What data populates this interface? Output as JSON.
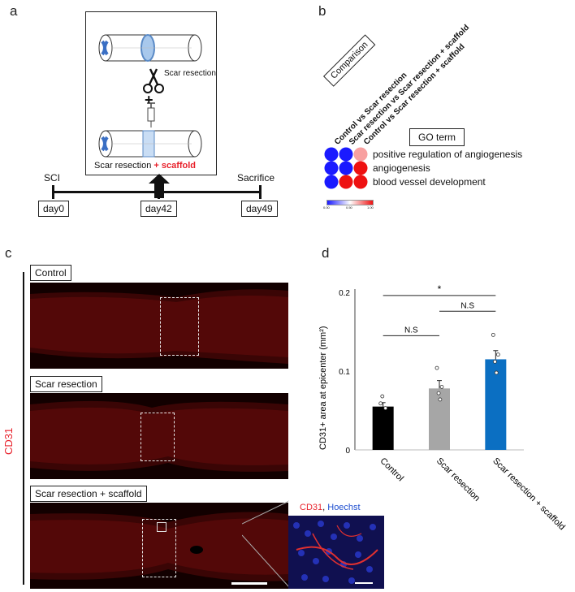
{
  "panels": {
    "a": "a",
    "b": "b",
    "c": "c",
    "d": "d"
  },
  "panel_a": {
    "scar_resection": "Scar resection",
    "plus": "+",
    "bottom_label_part1": "Scar resection ",
    "bottom_label_part2": "+ scaffold",
    "sci": "SCI",
    "sacrifice": "Sacrifice",
    "days": [
      "day0",
      "day42",
      "day49"
    ],
    "accent_color": "#e8202a"
  },
  "panel_b": {
    "comparison": "Comparison",
    "columns": [
      "Control vs Scar resection",
      "Scar resection vs Scar resection + scaffold",
      "Control vs Scar resection + scaffold"
    ],
    "go_term": "GO term",
    "terms": [
      "positive regulation of angiogenesis",
      "angiogenesis",
      "blood vessel development"
    ],
    "matrix": [
      [
        0.0,
        0.0,
        0.7
      ],
      [
        0.0,
        0.0,
        1.0
      ],
      [
        0.0,
        1.0,
        1.0
      ]
    ],
    "colorbar": {
      "min": "0.00",
      "mid": "0.50",
      "max": "1.00",
      "low_color": "#1a1aff",
      "high_color": "#ee1111"
    }
  },
  "panel_c": {
    "stain": "CD31",
    "groups": [
      "Control",
      "Scar resection",
      "Scar resection + scaffold"
    ],
    "inset_label_1": "CD31",
    "inset_label_sep": ", ",
    "inset_label_2": "Hoechst"
  },
  "chart_data": {
    "type": "bar",
    "categories": [
      "Control",
      "Scar resection",
      "Scar resection + scaffold"
    ],
    "values": [
      0.055,
      0.078,
      0.115
    ],
    "errors": [
      0.005,
      0.01,
      0.011
    ],
    "points": [
      [
        0.059,
        0.053,
        0.068
      ],
      [
        0.104,
        0.08,
        0.072,
        0.064
      ],
      [
        0.146,
        0.121,
        0.112,
        0.098
      ]
    ],
    "colors": [
      "#000000",
      "#a6a6a6",
      "#0b6fc2"
    ],
    "ylabel": "CD31+ area at epicenter (mm²)",
    "ylim": [
      0,
      0.2
    ],
    "yticks": [
      "0",
      "0.1",
      "0.2"
    ],
    "significance": [
      {
        "pair": [
          0,
          1
        ],
        "label": "N.S"
      },
      {
        "pair": [
          1,
          2
        ],
        "label": "N.S"
      },
      {
        "pair": [
          0,
          2
        ],
        "label": "*"
      }
    ]
  }
}
